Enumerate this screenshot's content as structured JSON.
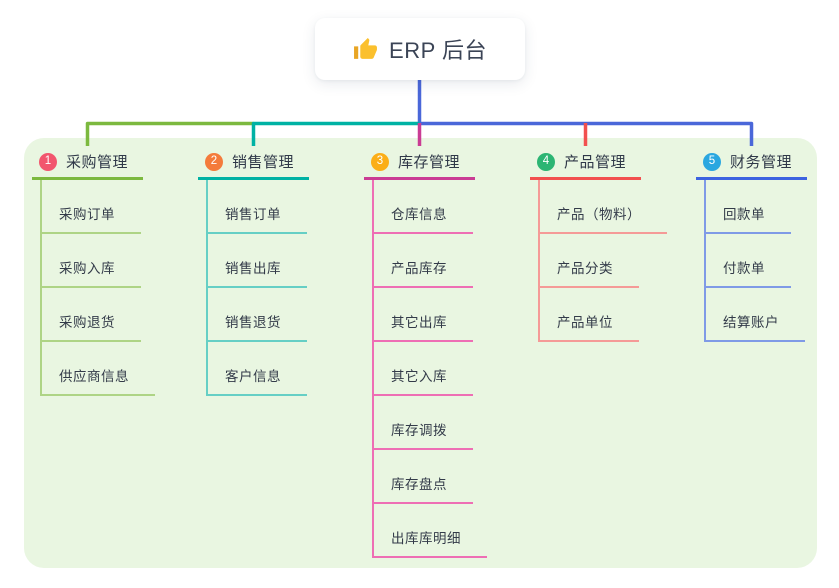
{
  "root": {
    "title": "ERP 后台",
    "icon": "thumbs-up"
  },
  "branches": [
    {
      "num": "1",
      "label": "采购管理",
      "badge_color": "#f2566e",
      "line_color": "#7cb93f",
      "child_line_color": "#aed485",
      "children": [
        "采购订单",
        "采购入库",
        "采购退货",
        "供应商信息"
      ]
    },
    {
      "num": "2",
      "label": "销售管理",
      "badge_color": "#f47b3b",
      "line_color": "#00b2a4",
      "child_line_color": "#66cfc5",
      "children": [
        "销售订单",
        "销售出库",
        "销售退货",
        "客户信息"
      ]
    },
    {
      "num": "3",
      "label": "库存管理",
      "badge_color": "#fbae17",
      "line_color": "#ca3c94",
      "child_line_color": "#ee6eb4",
      "children": [
        "仓库信息",
        "产品库存",
        "其它出库",
        "其它入库",
        "库存调拨",
        "库存盘点",
        "出库库明细"
      ]
    },
    {
      "num": "4",
      "label": "产品管理",
      "badge_color": "#2cb573",
      "line_color": "#f2504f",
      "child_line_color": "#f59a97",
      "children": [
        "产品（物料）",
        "产品分类",
        "产品单位"
      ]
    },
    {
      "num": "5",
      "label": "财务管理",
      "badge_color": "#2aa7e0",
      "line_color": "#3d63e0",
      "child_line_color": "#7f9ae6",
      "children": [
        "回款单",
        "付款单",
        "结算账户"
      ]
    }
  ],
  "colors": {
    "page_background": "#ffffff",
    "panel_background": "#e9f6e1",
    "root_connector": "#4a67d9",
    "root_text": "#3b4456",
    "thumb_yellow": "#fbc02d",
    "thumb_cuff": "#e8a524"
  }
}
